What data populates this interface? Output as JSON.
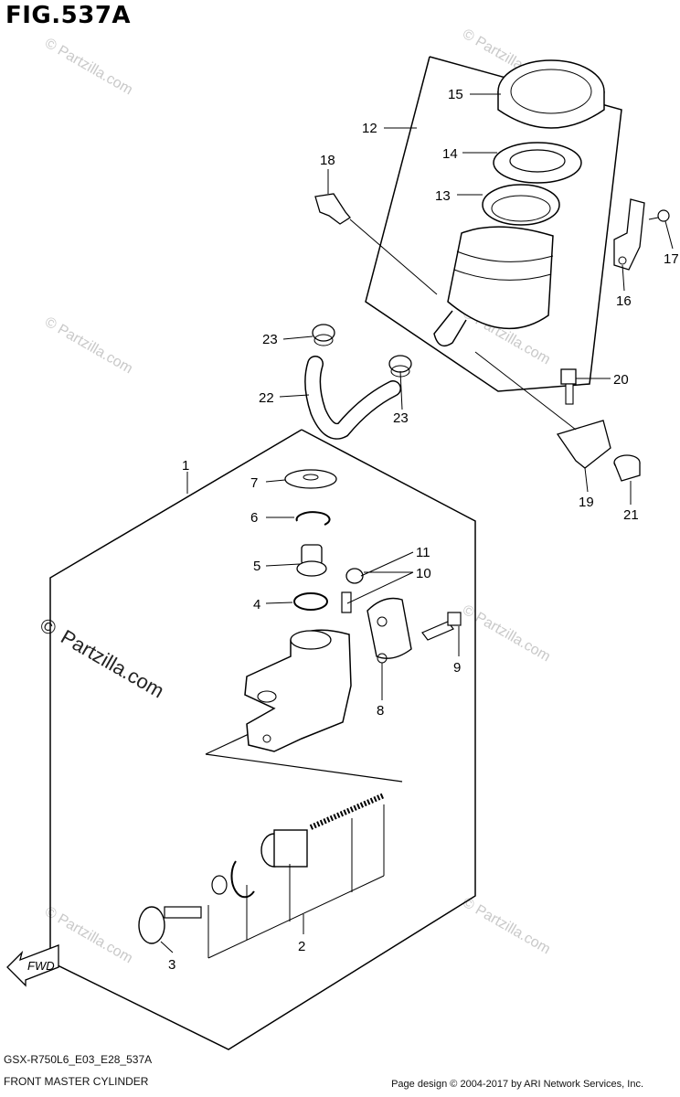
{
  "figure": {
    "title": "FIG.537A",
    "model_code": "GSX-R750L6_E03_E28_537A",
    "name": "FRONT MASTER CYLINDER"
  },
  "watermark": {
    "main": "Partzilla.com",
    "copyright_symbol": "©"
  },
  "footer": {
    "copyright": "Page design © 2004-2017 by ARI Network Services, Inc."
  },
  "fwd_label": "FWD",
  "callouts": [
    "1",
    "2",
    "3",
    "4",
    "5",
    "6",
    "7",
    "8",
    "9",
    "10",
    "11",
    "12",
    "13",
    "14",
    "15",
    "16",
    "17",
    "18",
    "19",
    "20",
    "21",
    "22",
    "23",
    "23"
  ]
}
